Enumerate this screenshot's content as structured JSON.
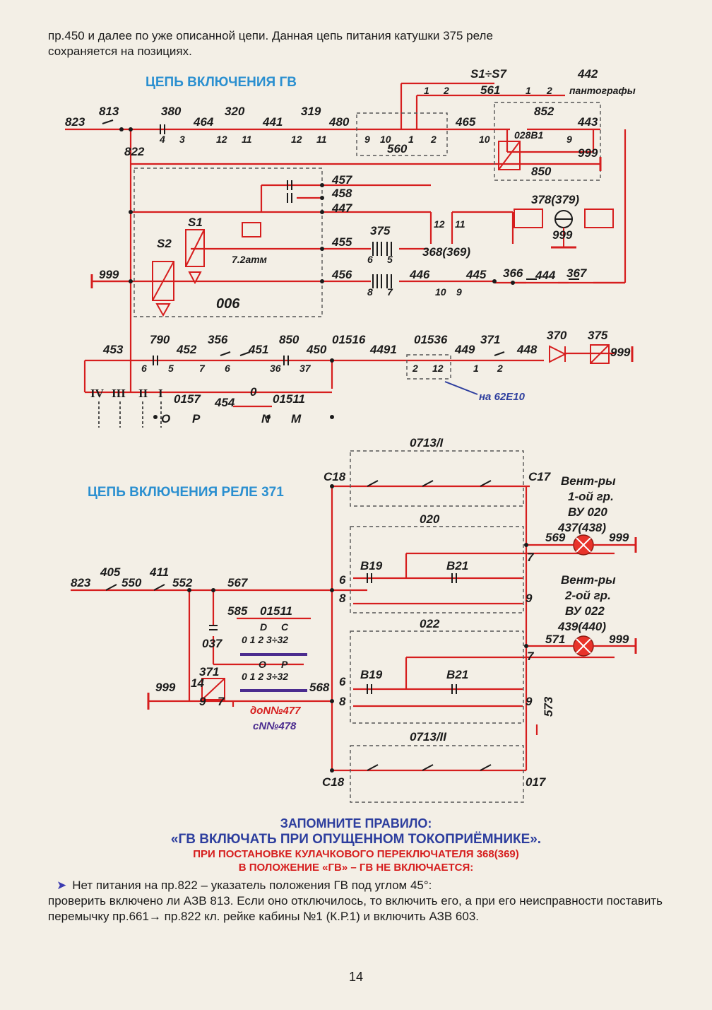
{
  "intro": {
    "line1": "пр.450 и далее по уже описанной цепи. Данная цепь питания катушки 375 реле",
    "line2": "сохраняется на позициях."
  },
  "diagram1": {
    "title": "ЦЕПЬ ВКЛЮЧЕНИЯ ГВ",
    "labels": {
      "l823": "823",
      "l813": "813",
      "l380": "380",
      "l464": "464",
      "l320": "320",
      "l441": "441",
      "l319": "319",
      "l480": "480",
      "l465": "465",
      "l852": "852",
      "l443": "443",
      "l561": "561",
      "lS1S7": "S1÷S7",
      "l442": "442",
      "pantographs": "пантографы",
      "l560": "560",
      "l028B1": "028В1",
      "l999a": "999",
      "l850": "850",
      "l822": "822",
      "l457": "457",
      "l458": "458",
      "l447": "447",
      "l378": "378(379)",
      "l999b": "999",
      "lS1": "S1",
      "lS2": "S2",
      "l72": "7.2атм",
      "l375a": "375",
      "l455": "455",
      "l368": "368(369)",
      "l456": "456",
      "l446": "446",
      "l445": "445",
      "l366": "366",
      "l444": "444",
      "l367": "367",
      "l999c": "999",
      "l006": "006",
      "l453": "453",
      "l790": "790",
      "l452": "452",
      "l356": "356",
      "l451": "451",
      "l850b": "850",
      "l450": "450",
      "l01516": "01516",
      "l4491": "4491",
      "l01536": "01536",
      "l449": "449",
      "l371": "371",
      "l448": "448",
      "l370": "370",
      "l375b": "375",
      "l999d": "999",
      "l0157": "0157",
      "l454": "454",
      "l01511": "01511",
      "posO": "О",
      "posP": "Р",
      "posN": "N",
      "posM": "М",
      "zero": "0",
      "note62": "на 62Е10"
    },
    "pin_numbers": {
      "p4": "4",
      "p3": "3",
      "p12a": "12",
      "p11a": "11",
      "p12b": "12",
      "p11b": "11",
      "p9": "9",
      "p10": "10",
      "p1a": "1",
      "p2a": "2",
      "p10b": "10",
      "p9b": "9",
      "p1b": "1",
      "p2b": "2",
      "p1c": "1",
      "p2c": "2",
      "p12c": "12",
      "p11c": "11",
      "p6a": "6",
      "p5a": "5",
      "p8a": "8",
      "p7a": "7",
      "p10c": "10",
      "p9c": "9",
      "p6b": "6",
      "p5b": "5",
      "p7b": "7",
      "p6c": "6",
      "p36": "36",
      "p37": "37",
      "p2d": "2",
      "p12d": "12",
      "p1d": "1",
      "p2e": "2"
    },
    "roman_positions": [
      "IV",
      "III",
      "II",
      "I"
    ]
  },
  "diagram2": {
    "title": "ЦЕПЬ ВКЛЮЧЕНИЯ РЕЛЕ 371",
    "labels": {
      "l071I": "0713/I",
      "C18a": "С18",
      "C17": "С17",
      "vent1a": "Вент-ры",
      "vent1b": "1-ой гр.",
      "vent1c": "ВУ 020",
      "l437": "437(438)",
      "l020": "020",
      "l569": "569",
      "l999e": "999",
      "B19a": "В19",
      "B21a": "В21",
      "vent2a": "Вент-ры",
      "vent2b": "2-ой гр.",
      "vent2c": "ВУ 022",
      "l439": "439(440)",
      "l823b": "823",
      "l405": "405",
      "l550": "550",
      "l411": "411",
      "l552": "552",
      "l567": "567",
      "l585": "585",
      "l01511b": "01511",
      "D": "D",
      "C": "С",
      "l037": "037",
      "l022": "022",
      "l571": "571",
      "l999f": "999",
      "B19b": "В19",
      "B21b": "В21",
      "l371b": "371",
      "l999g": "999",
      "l568": "568",
      "l573": "573",
      "doN": "доN№477",
      "sN": "сN№478",
      "l071II": "0713/II",
      "C18b": "С18",
      "l017": "017",
      "scale1": "0  1  2  3÷32",
      "scale2": "0  1  2  3÷32",
      "posO2": "О",
      "posP2": "Р"
    },
    "pin_numbers": {
      "q6a": "6",
      "q7a": "7",
      "q8a": "8",
      "q9a": "9",
      "q6b": "6",
      "q7b": "7",
      "q8b": "8",
      "q9b": "9",
      "q14": "14",
      "q9c": "9",
      "q7c": "7"
    }
  },
  "rule": {
    "line1": "ЗАПОМНИТЕ ПРАВИЛО:",
    "line2": "«ГВ ВКЛЮЧАТЬ ПРИ ОПУЩЕННОМ ТОКОПРИЁМНИКЕ».",
    "line3": "ПРИ ПОСТАНОВКЕ КУЛАЧКОВОГО ПЕРЕКЛЮЧАТЕЛЯ 368(369)",
    "line4": "В ПОЛОЖЕНИЕ «ГВ» – ГВ НЕ ВКЛЮЧАЕТСЯ:"
  },
  "footer": {
    "bullet": "Нет питания на пр.822 – указатель положения ГВ под углом 45°:",
    "body": "проверить включено ли АЗВ 813. Если оно отключилось, то включить его, а при его неисправности поставить перемычку пр.661→ пр.822 кл. рейке кабины №1 (К.Р.1) и включить АЗВ 603."
  },
  "page_number": "14",
  "colors": {
    "wire_red": "#d61e1e",
    "ink_dark": "#1b1b1b",
    "title_blue": "#2a8fd0",
    "rule_blue": "#2d3e9e",
    "note_purple": "#4b2c8f",
    "lamp_red": "#e8332a",
    "paper": "#f3efe6"
  }
}
